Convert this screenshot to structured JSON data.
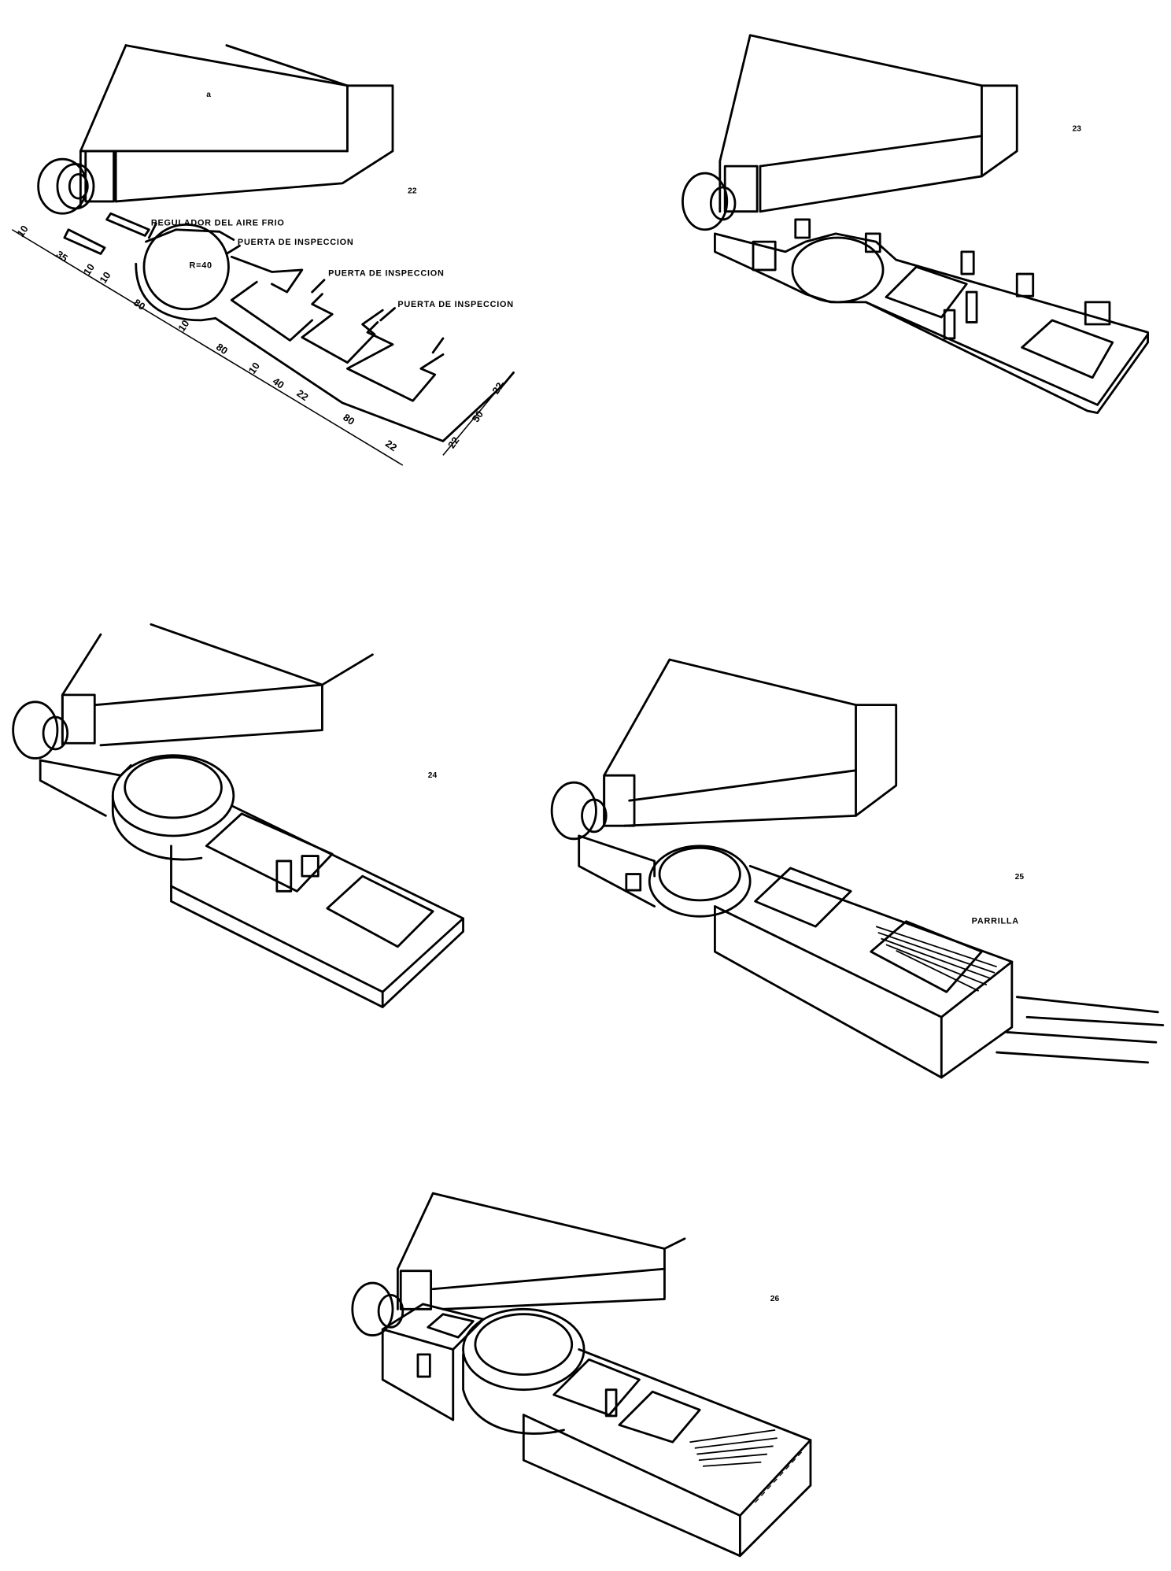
{
  "figures": [
    {
      "number": "22",
      "letter": "a",
      "labels": {
        "regulador": "REGULADOR DEL AIRE FRIO",
        "puerta1": "PUERTA DE INSPECCION",
        "puerta2": "PUERTA DE INSPECCION",
        "puerta3": "PUERTA DE INSPECCION",
        "radius": "R=40"
      },
      "dimensions": {
        "d1": "10",
        "d2": "35",
        "d3": "10",
        "d4": "10",
        "d5": "80",
        "d6": "10",
        "d7": "80",
        "d8": "10",
        "d9": "40",
        "d10": "22",
        "d11": "80",
        "d12": "22",
        "w1": "22",
        "w2": "50",
        "w3": "22"
      }
    },
    {
      "number": "23"
    },
    {
      "number": "24"
    },
    {
      "number": "25",
      "labels": {
        "parrilla": "PARRILLA"
      }
    },
    {
      "number": "26"
    }
  ]
}
